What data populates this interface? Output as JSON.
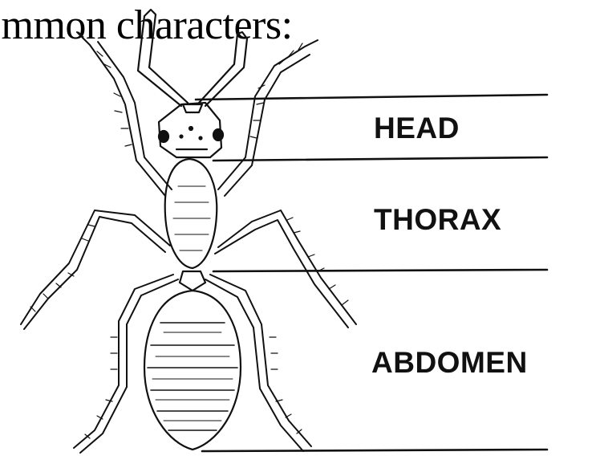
{
  "slide": {
    "heading": "ommon characters:"
  },
  "diagram": {
    "labels": {
      "head": "HEAD",
      "thorax": "THORAX",
      "abdomen": "ABDOMEN"
    },
    "colors": {
      "ink": "#111111",
      "background": "#ffffff"
    }
  }
}
